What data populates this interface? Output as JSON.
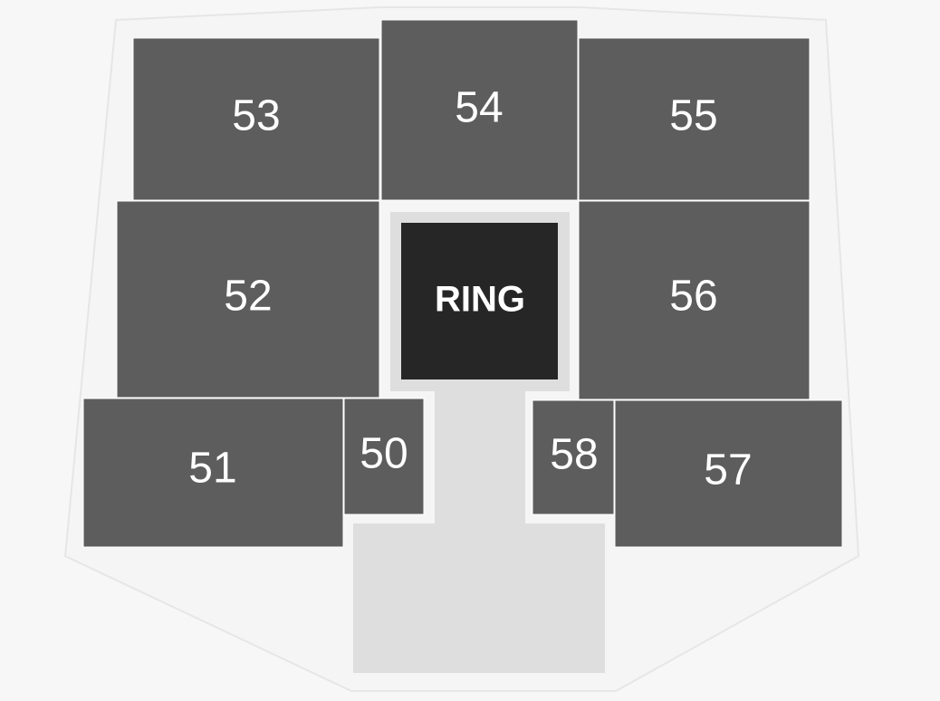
{
  "colors": {
    "background": "#f7f7f7",
    "section": "#5d5d5d",
    "ring": "#262626",
    "ring_border": "#dedede",
    "walkway": "#dedede",
    "label": "#ffffff"
  },
  "ring": {
    "label": "RING"
  },
  "sections": [
    {
      "id": "50",
      "label": "50"
    },
    {
      "id": "51",
      "label": "51"
    },
    {
      "id": "52",
      "label": "52"
    },
    {
      "id": "53",
      "label": "53"
    },
    {
      "id": "54",
      "label": "54"
    },
    {
      "id": "55",
      "label": "55"
    },
    {
      "id": "56",
      "label": "56"
    },
    {
      "id": "57",
      "label": "57"
    },
    {
      "id": "58",
      "label": "58"
    }
  ]
}
